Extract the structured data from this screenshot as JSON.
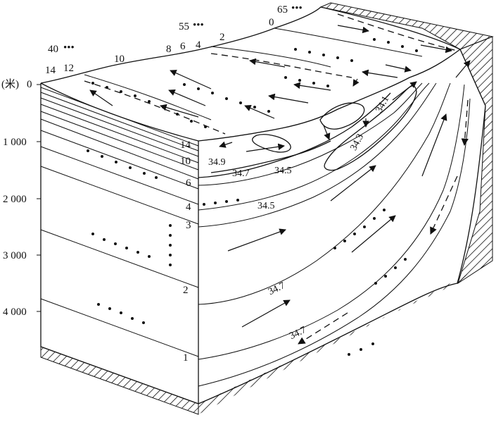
{
  "depth_axis": {
    "unit": "(米)",
    "ticks": [
      "0",
      "1 000",
      "2 000",
      "3 000",
      "4 000"
    ]
  },
  "front_isotherms": [
    "14",
    "12",
    "10",
    "8",
    "6",
    "4",
    "2",
    "0"
  ],
  "top_latitudes": [
    "40",
    "55",
    "65"
  ],
  "section_isotherms": [
    "14",
    "10",
    "6",
    "4",
    "3",
    "2",
    "1"
  ],
  "salinity_labels": [
    "34.9",
    "34.7",
    "34.5",
    "34.5",
    "34.3",
    "34.1",
    "34.7",
    "34.7"
  ],
  "latitude_dots": "•••"
}
